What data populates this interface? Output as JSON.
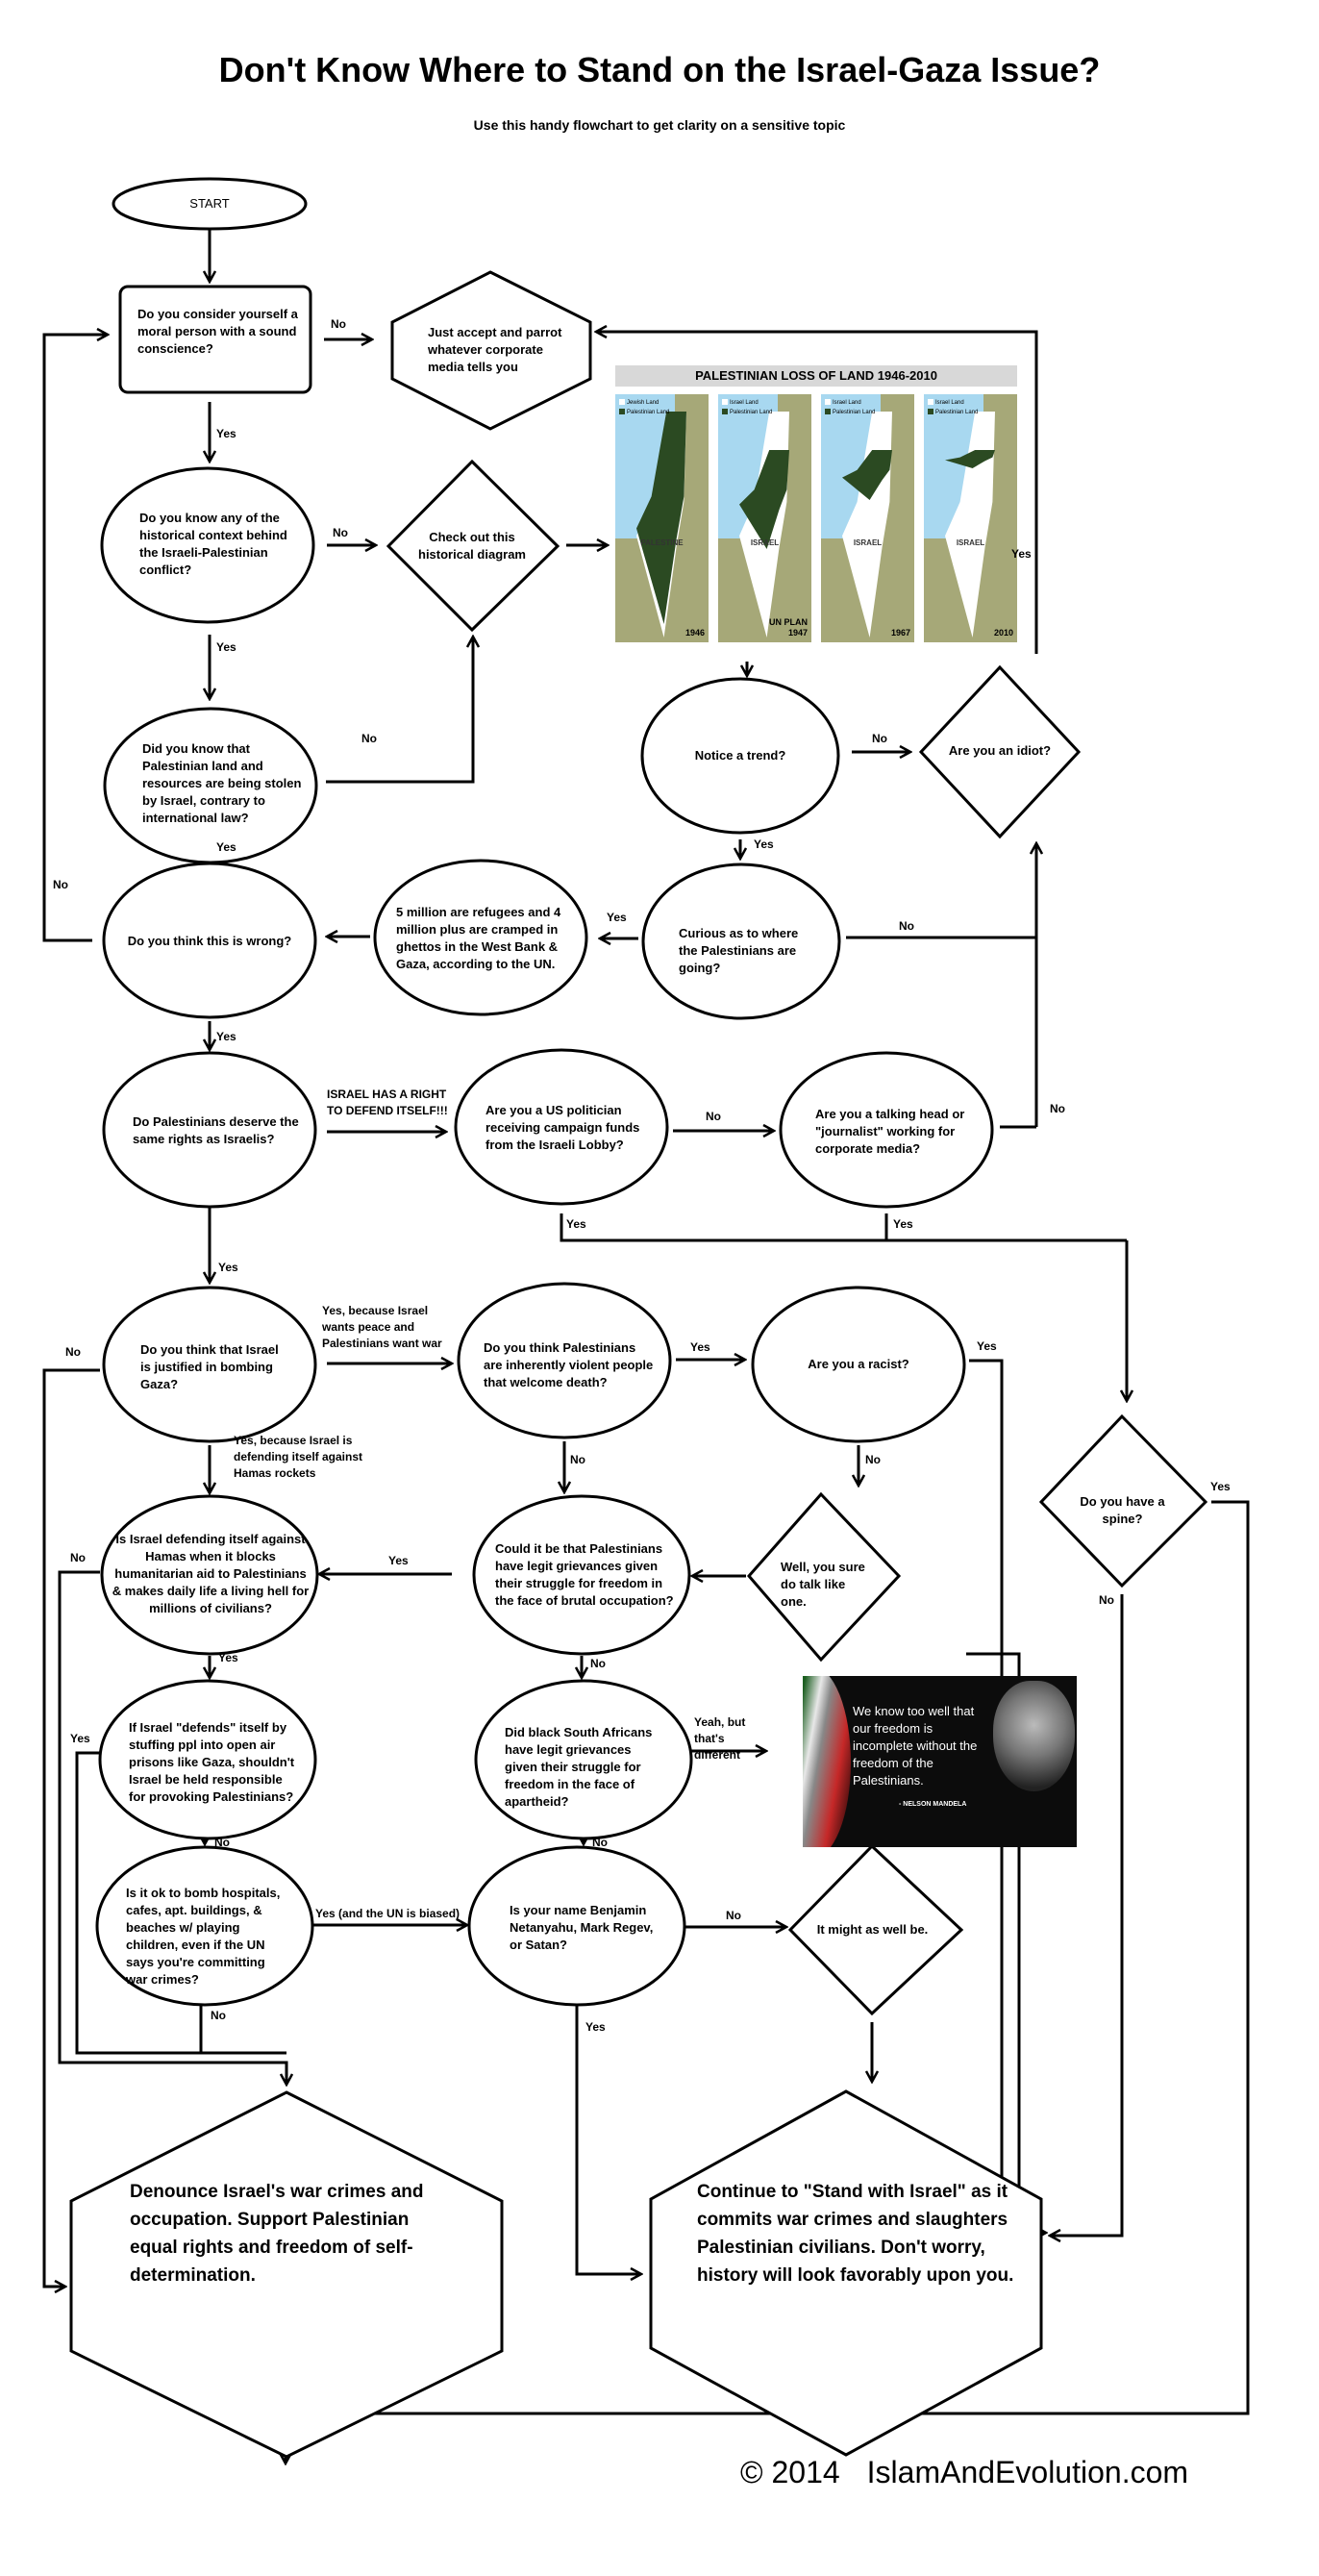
{
  "header": {
    "title": "Don't Know Where to Stand on the Israel-Gaza Issue?",
    "subtitle": "Use this handy flowchart to get clarity on a sensitive topic"
  },
  "nodes": {
    "start": "START",
    "moral": "Do you consider yourself a moral person with a sound conscience?",
    "parrot": "Just accept and parrot whatever corporate media tells you",
    "context": "Do you know any of the historical context behind the Israeli-Palestinian conflict?",
    "diagram": "Check out this historical diagram",
    "stolen": "Did you know that Palestinian land and resources are being stolen by Israel, contrary to international law?",
    "trend": "Notice a trend?",
    "idiot": "Are you an idiot?",
    "curious": "Curious as to where the Palestinians are going?",
    "refugees": "5 million are refugees and 4 million plus are cramped in ghettos in the West Bank & Gaza, according to the UN.",
    "wrong": "Do you think this is wrong?",
    "same_rights": "Do Palestinians deserve the same rights as Israelis?",
    "politician": "Are you a US politician receiving campaign funds from the Israeli Lobby?",
    "journalist": "Are you a talking head or \"journalist\" working for corporate media?",
    "justified": "Do you think that Israel is justified in bombing Gaza?",
    "violent": "Do you think Palestinians are inherently violent people that welcome death?",
    "racist": "Are you a racist?",
    "spine": "Do you have a spine?",
    "blocks_aid": "Is Israel defending itself against Hamas when it blocks humanitarian aid to Palestinians & makes daily life a living hell for millions of civilians?",
    "grievances": "Could it be that Palestinians have legit grievances given their struggle for freedom in the face of brutal occupation?",
    "talk_like": "Well, you sure do talk like one.",
    "open_air": "If Israel \"defends\" itself by stuffing ppl into open air prisons like Gaza, shouldn't Israel be held responsible for provoking Palestinians?",
    "south_africa": "Did black South Africans have legit grievances given their struggle for freedom in the face of apartheid?",
    "bomb_ok": "Is it ok to bomb hospitals, cafes, apt. buildings, & beaches w/ playing children, even if the UN says you're committing war crimes?",
    "netanyahu": "Is your name Benjamin Netanyahu, Mark Regev, or Satan?",
    "might_as_well": "It might as well be.",
    "denounce": "Denounce Israel's war crimes and occupation. Support Palestinian equal rights and freedom of self-determination.",
    "stand_with": "Continue to \"Stand with Israel\" as it commits war crimes and slaughters Palestinian civilians. Don't worry, history will look favorably upon you."
  },
  "edge_labels": {
    "yes": "Yes",
    "no": "No",
    "right_to_defend": "ISRAEL HAS A RIGHT TO DEFEND ITSELF!!!",
    "wants_peace": "Yes, because Israel wants peace and Palestinians want war",
    "hamas_rockets": "Yes, because Israel is defending itself against Hamas rockets",
    "yeah_but": "Yeah, but that's different",
    "un_biased": "Yes (and the UN is biased)"
  },
  "historical_map": {
    "title": "PALESTINIAN LOSS OF LAND 1946-2010",
    "panels": [
      {
        "year": "1946",
        "region": "PALESTINE",
        "legend": [
          "Jewish Land",
          "Palestinian Land"
        ],
        "palestinian_share": 0.94
      },
      {
        "year": "UN PLAN 1947",
        "region": "ISRAEL",
        "legend": [
          "Israel Land",
          "Palestinian Land"
        ],
        "palestinian_share": 0.44
      },
      {
        "year": "1967",
        "region": "ISRAEL",
        "legend": [
          "Israel Land",
          "Palestinian Land"
        ],
        "palestinian_share": 0.22
      },
      {
        "year": "2010",
        "region": "ISRAEL",
        "legend": [
          "Israel Land",
          "Palestinian Land"
        ],
        "palestinian_share": 0.08
      }
    ],
    "colors": {
      "palestinian": "#2b4a22",
      "israel": "#ffffff",
      "sea": "#a8d8f0",
      "neighbors": "#a6a878"
    }
  },
  "mandela_quote": {
    "quote": "We know too well that our freedom is incomplete without the freedom of the Palestinians.",
    "attribution": "- NELSON MANDELA"
  },
  "footer": {
    "copyright": "© 2014",
    "site": "IslamAndEvolution.com"
  }
}
